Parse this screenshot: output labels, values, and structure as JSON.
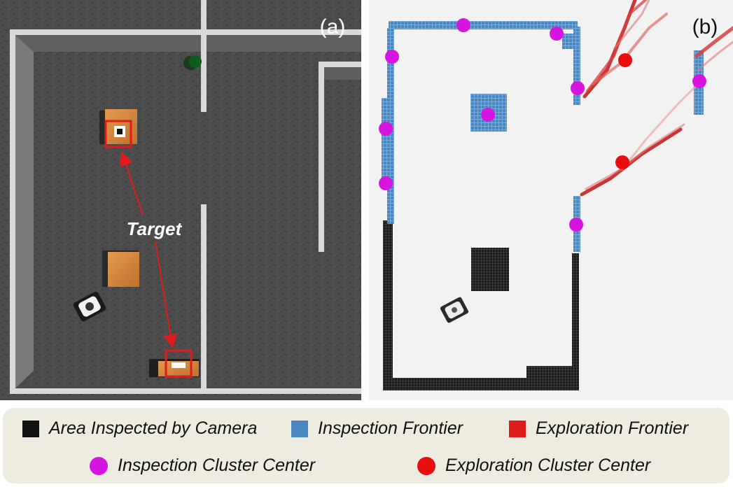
{
  "panel_a": {
    "label": "(a)",
    "target_label": "Target"
  },
  "panel_b": {
    "label": "(b)"
  },
  "legend": {
    "items": [
      {
        "label": "Area Inspected by Camera",
        "shape": "square",
        "color": "#111111"
      },
      {
        "label": "Inspection Frontier",
        "shape": "square",
        "color": "#4a86c0"
      },
      {
        "label": "Exploration Frontier",
        "shape": "square",
        "color": "#e01b1b"
      },
      {
        "label": "Inspection Cluster Center",
        "shape": "circle",
        "color": "#d616e0"
      },
      {
        "label": "Exploration Cluster Center",
        "shape": "circle",
        "color": "#e80e0e"
      }
    ]
  },
  "colors": {
    "floor": "#4a4a4a",
    "wall": "#d9d9d9",
    "box": "#d9853c",
    "highlight": "#e01b1b",
    "map_bg": "#f2f2f2"
  }
}
